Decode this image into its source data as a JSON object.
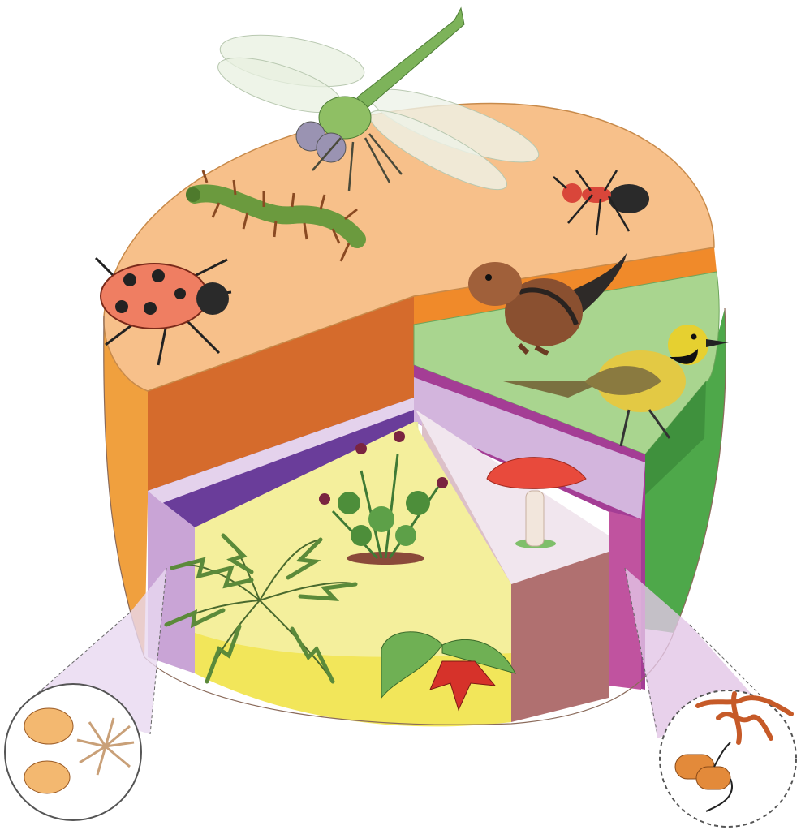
{
  "diagram": {
    "labels": [],
    "segments": [
      {
        "name": "insects",
        "color": "#f7c08a"
      },
      {
        "name": "vertebrates",
        "color": "#a9d58f"
      },
      {
        "name": "plants",
        "color": "#f4ef9c"
      },
      {
        "name": "fungi",
        "color": "#f1e6ee"
      },
      {
        "name": "protists",
        "color": "#c9a4d6"
      },
      {
        "name": "bacteria",
        "color": "#d3b5dd"
      }
    ],
    "organisms": [
      {
        "name": "dragonfly",
        "group": "insects"
      },
      {
        "name": "centipede",
        "group": "insects"
      },
      {
        "name": "ant",
        "group": "insects"
      },
      {
        "name": "ladybug",
        "group": "insects"
      },
      {
        "name": "chipmunk",
        "group": "vertebrates"
      },
      {
        "name": "warbler",
        "group": "vertebrates"
      },
      {
        "name": "clover",
        "group": "plants"
      },
      {
        "name": "fern",
        "group": "plants"
      },
      {
        "name": "fuchsia",
        "group": "plants"
      },
      {
        "name": "mushroom",
        "group": "fungi"
      },
      {
        "name": "protists-cluster",
        "group": "protists"
      },
      {
        "name": "bacteria-cluster",
        "group": "bacteria"
      }
    ]
  }
}
